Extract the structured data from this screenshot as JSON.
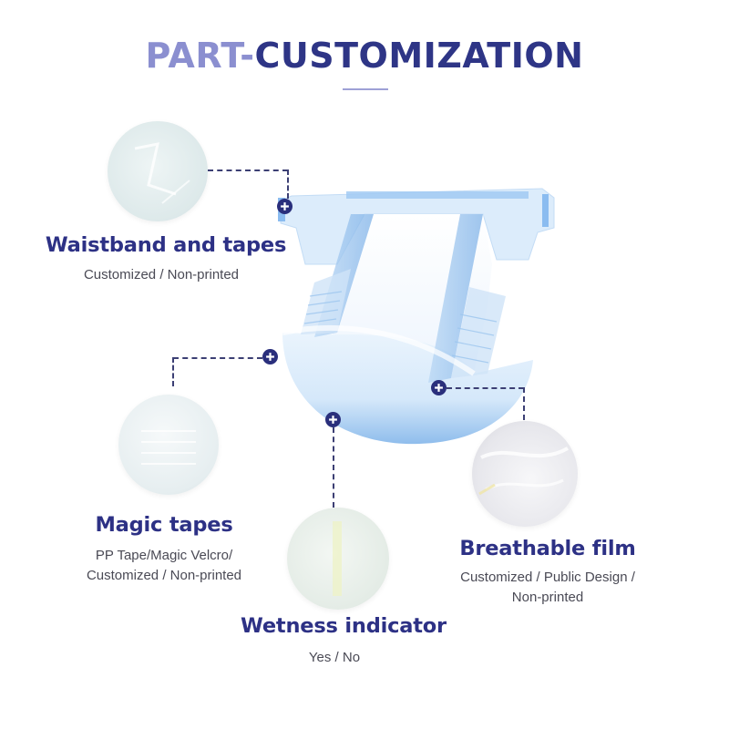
{
  "header": {
    "title_part1": "PART-",
    "title_part2": "CUSTOMIZATION"
  },
  "colors": {
    "title_light": "#8b8fd0",
    "title_dark": "#2e3586",
    "feature_title": "#2d3185",
    "subtitle_text": "#4a4a55",
    "connector": "#3c3f74",
    "plus_marker": "#2a2f7c",
    "diaper_blue": "#a9cff2"
  },
  "features": [
    {
      "id": "waistband",
      "title": "Waistband and tapes",
      "subtitle_lines": [
        "Customized / Non-printed"
      ],
      "icon": "plus-marker-icon"
    },
    {
      "id": "magic-tapes",
      "title": "Magic tapes",
      "subtitle_lines": [
        "PP Tape/Magic Velcro/",
        "Customized / Non-printed"
      ],
      "icon": "plus-marker-icon"
    },
    {
      "id": "wetness-indicator",
      "title": "Wetness indicator",
      "subtitle_lines": [
        "Yes / No"
      ],
      "icon": "plus-marker-icon"
    },
    {
      "id": "breathable-film",
      "title": "Breathable film",
      "subtitle_lines": [
        "Customized / Public Design /",
        "Non-printed"
      ],
      "icon": "plus-marker-icon"
    }
  ]
}
